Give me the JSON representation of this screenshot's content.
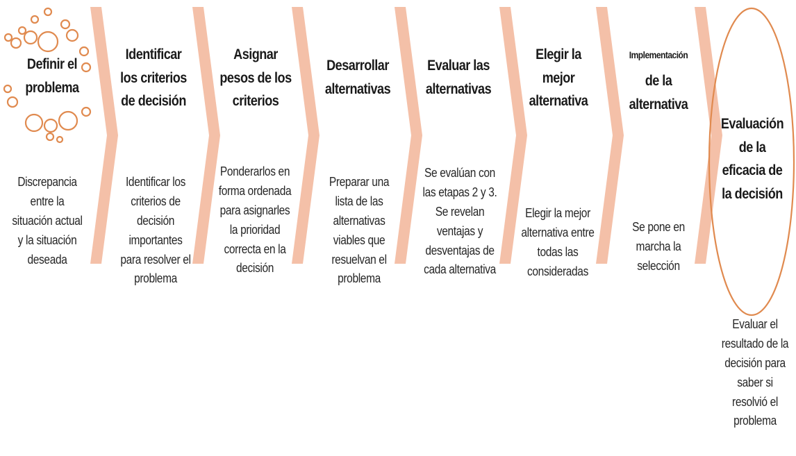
{
  "colors": {
    "arrow": "#f4c0a8",
    "circle": "#e08a4f",
    "text": "#222222"
  },
  "steps": [
    {
      "title": "Definir el problema",
      "desc": "Discrepancia entre la situación actual y la situación deseada"
    },
    {
      "title": "Identificar los criterios de decisión",
      "desc": "Identificar los criterios de decisión importantes para resolver el problema"
    },
    {
      "title": "Asignar pesos de los criterios",
      "desc": "Ponderarlos en forma ordenada para asignarles la prioridad correcta en la decisión"
    },
    {
      "title": "Desarrollar alternativas",
      "desc": "Preparar una lista de las alternativas viables que resuelvan el problema"
    },
    {
      "title": "Evaluar las alternativas",
      "desc": "Se evalúan con las etapas 2 y 3. Se revelan ventajas y desventajas de cada alternativa"
    },
    {
      "title": "Elegir la mejor alternativa",
      "desc": "Elegir la mejor alternativa entre todas las consideradas"
    },
    {
      "title_top": "Implementación",
      "title": "de la alternativa",
      "desc": "Se pone en marcha la selección"
    },
    {
      "title": "Evaluación de la eficacia de la decisión",
      "desc": "Evaluar el resultado de la decisión para saber si resolvió el problema"
    }
  ]
}
